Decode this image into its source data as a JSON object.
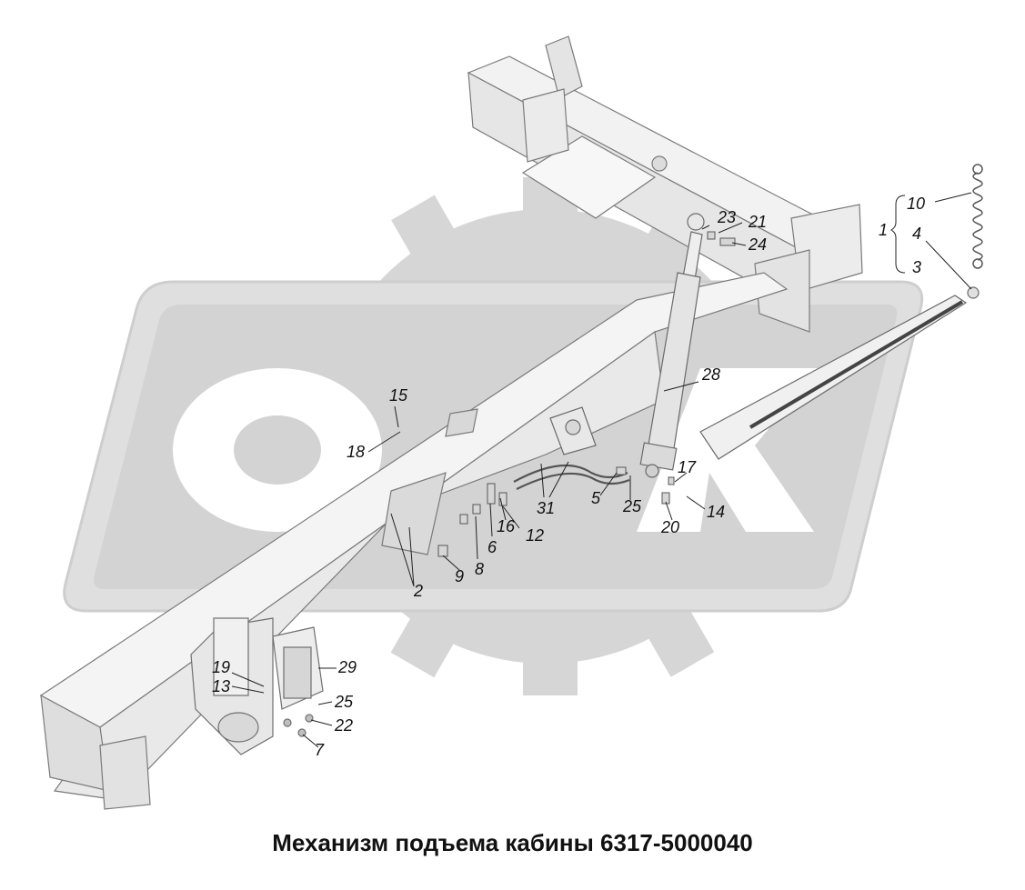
{
  "caption": "Механизм подъема кабины 6317-5000040",
  "watermark_brand_color": "#c8c8c8",
  "part_color": "#f1f1f1",
  "callouts": {
    "c1": "1",
    "c2": "2",
    "c3": "3",
    "c4": "4",
    "c5": "5",
    "c6": "6",
    "c7": "7",
    "c8": "8",
    "c9": "9",
    "c10": "10",
    "c12": "12",
    "c13": "13",
    "c14": "14",
    "c15": "15",
    "c16": "16",
    "c17": "17",
    "c18": "18",
    "c19": "19",
    "c20": "20",
    "c21": "21",
    "c22": "22",
    "c23": "23",
    "c24": "24",
    "c25a": "25",
    "c25b": "25",
    "c28": "28",
    "c29": "29",
    "c31": "31"
  }
}
